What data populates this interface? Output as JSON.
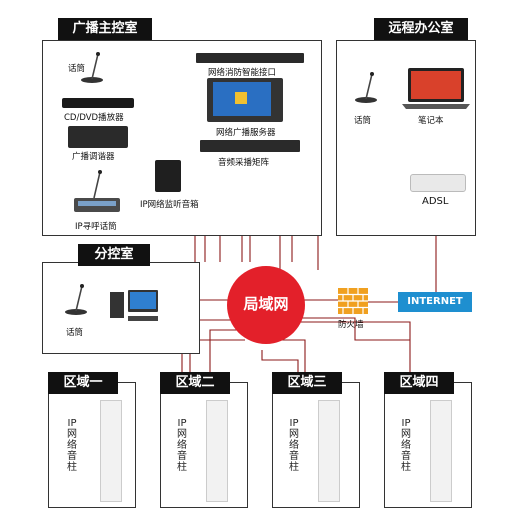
{
  "rooms": {
    "main_control": "广播主控室",
    "remote_office": "远程办公室",
    "branch_control": "分控室"
  },
  "devices": {
    "mic_main": "话筒",
    "dvd": "CD/DVD播放器",
    "tuner": "广播调谐器",
    "ip_speaker": "IP网络监听音箱",
    "ip_call_mic": "IP寻呼话筒",
    "fire_interface": "网络消防智能接口",
    "server": "网络广播服务器",
    "matrix": "音频采播矩阵",
    "mic_remote": "话筒",
    "laptop": "笔记本",
    "adsl": "ADSL",
    "mic_branch": "话筒",
    "lan": "局域网",
    "firewall": "防火墙",
    "internet": "INTERNET"
  },
  "zones": [
    {
      "label": "区域一",
      "column_text": "IP网络音柱"
    },
    {
      "label": "区域二",
      "column_text": "IP网络音柱"
    },
    {
      "label": "区域三",
      "column_text": "IP网络音柱"
    },
    {
      "label": "区域四",
      "column_text": "IP网络音柱"
    }
  ],
  "colors": {
    "lan_red": "#e3202a",
    "signal_blue": "#1f8fc9",
    "wire_dark_red": "#8b1a1a",
    "internet_blue": "#1e8fd0",
    "tag_black": "#111111"
  }
}
